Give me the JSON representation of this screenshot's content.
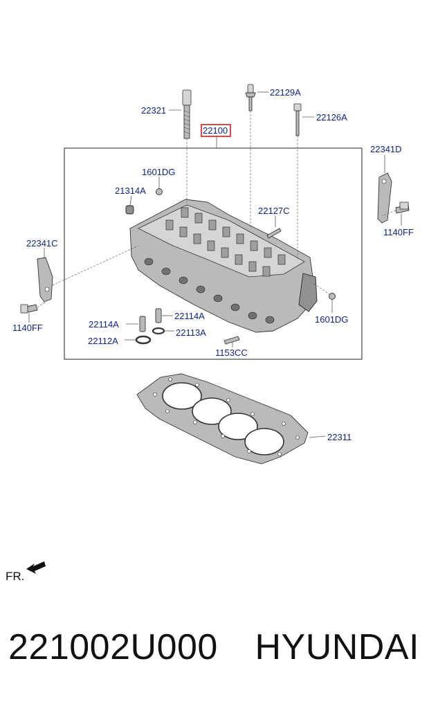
{
  "diagram": {
    "labels": {
      "l22321": "22321",
      "l22129A": "22129A",
      "l22100": "22100",
      "l22126A": "22126A",
      "l22341D": "22341D",
      "l1601DG_top": "1601DG",
      "l21314A": "21314A",
      "l22127C": "22127C",
      "l1140FF_right": "1140FF",
      "l22341C": "22341C",
      "l1140FF_left": "1140FF",
      "l22114A_left": "22114A",
      "l22114A_right": "22114A",
      "l1601DG_bottom": "1601DG",
      "l22112A": "22112A",
      "l22113A": "22113A",
      "l1153CC": "1153CC",
      "l22311": "22311"
    },
    "direction_label": "FR."
  },
  "footer": {
    "part_number": "221002U000",
    "brand": "HYUNDAI"
  },
  "colors": {
    "label_text": "#0c1f8f",
    "highlight_box": "#d11a1a",
    "part_fill": "#b9bbb9"
  }
}
